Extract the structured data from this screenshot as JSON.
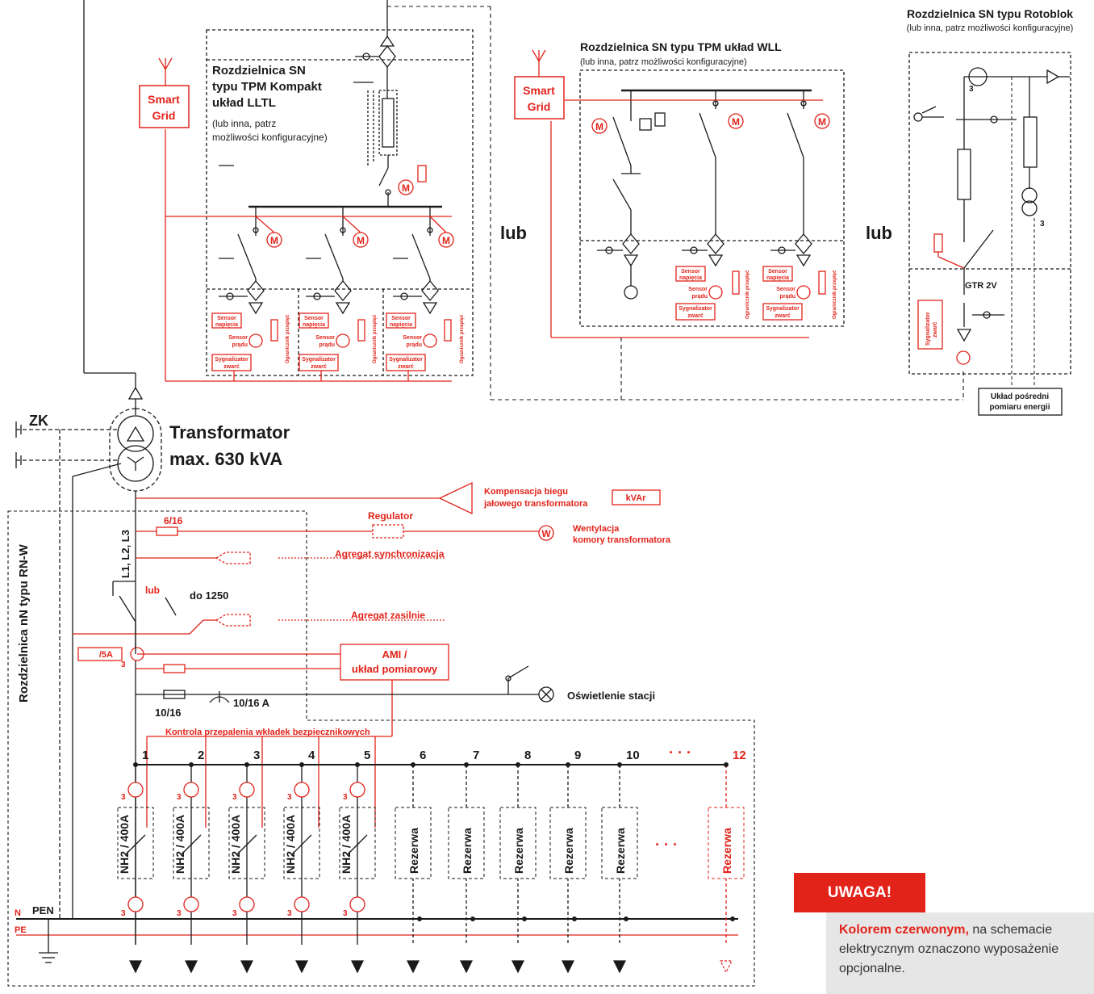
{
  "colors": {
    "black": "#1a1a1a",
    "red": "#e2231a",
    "note_bg": "#e6e6e6",
    "badge": "#e2231a"
  },
  "lltl": {
    "title_lines": [
      "Rozdzielnica SN",
      "typu TPM Kompakt",
      "układ LLTL"
    ],
    "note_lines": [
      "(lub inna, patrz",
      "możliwości konfiguracyjne)"
    ]
  },
  "wll": {
    "title": "Rozdzielnica SN typu TPM układ WLL",
    "note": "(lub inna, patrz możliwości konfiguracyjne)"
  },
  "roto": {
    "title": "Rozdzielnica SN typu Rotoblok",
    "note": "(lub inna, patrz możliwości konfiguracyjne)",
    "gtr": "GTR 2V",
    "ct_marks": [
      "3",
      "3"
    ],
    "meter_lines": [
      "Układ pośredni",
      "pomiaru energii"
    ],
    "sygn_lines": [
      "Sygnalizator",
      "zwarć"
    ]
  },
  "smart_grid": {
    "line1": "Smart",
    "line2": "Grid"
  },
  "alt": "lub",
  "motor": "M",
  "bay_labels": {
    "sensor_nap": [
      "Sensor",
      "napięcia"
    ],
    "sensor_pradu": [
      "Sensor",
      "prądu"
    ],
    "sygnalizator": [
      "Sygnalizator",
      "zwarć"
    ],
    "ogranicznik": "Ogranicznik przepięć"
  },
  "transformer": {
    "line1": "Transformator",
    "line2": "max. 630 kVA",
    "zk": "ZK"
  },
  "lv_board": "Rozdzielnica nN typu RN-W",
  "lv": {
    "phases": "L1, L2, L3",
    "fuse_6_16": "6/16",
    "regulator": "Regulator",
    "ventilation": [
      "Wentylacja",
      "komory transformatora"
    ],
    "vent_symbol": "W",
    "compensation": [
      "Kompensacja biegu",
      "jałowego transformatora"
    ],
    "kvar": "kVAr",
    "agregat_sync": "Agregat synchronizacja",
    "agregat_zasil": "Agregat zasilnie",
    "alt": "lub",
    "do1250": "do 1250",
    "ct_ratio": "/5A",
    "ct_count": "3",
    "ami": [
      "AMI /",
      "układ pomiarowy"
    ],
    "fuse_10_16": "10/16",
    "breaker_10_16": "10/16 A",
    "lighting": "Oświetlenie stacji",
    "fuse_control": "Kontrola przepalenia wkładek bezpiecznikowych",
    "n_label": "N",
    "pen_label": "PEN",
    "pe_label": "PE",
    "ellipsis": "· · ·"
  },
  "feeders": [
    {
      "num": "1",
      "label": "NH2 / 400A"
    },
    {
      "num": "2",
      "label": "NH2 / 400A"
    },
    {
      "num": "3",
      "label": "NH2 / 400A"
    },
    {
      "num": "4",
      "label": "NH2 / 400A"
    },
    {
      "num": "5",
      "label": "NH2 / 400A"
    },
    {
      "num": "6",
      "label": "Rezerwa"
    },
    {
      "num": "7",
      "label": "Rezerwa"
    },
    {
      "num": "8",
      "label": "Rezerwa"
    },
    {
      "num": "9",
      "label": "Rezerwa"
    },
    {
      "num": "10",
      "label": "Rezerwa"
    },
    {
      "num": "12",
      "label": "Rezerwa"
    }
  ],
  "warning": {
    "badge": "UWAGA!",
    "bold": "Kolorem czerwonym,",
    "text1": " na schemacie",
    "text2": "elektrycznym oznaczono wyposażenie",
    "text3": "opcjonalne."
  }
}
